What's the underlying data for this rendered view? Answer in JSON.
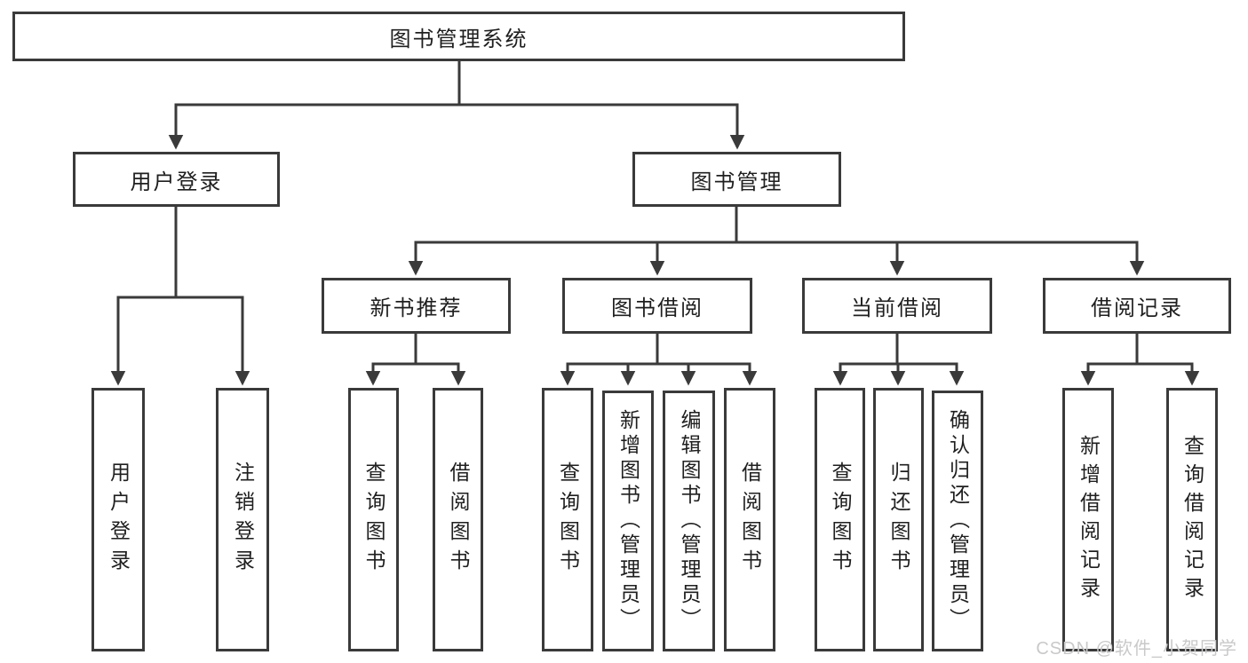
{
  "diagram": {
    "root": {
      "label": "图书管理系统"
    },
    "branches": [
      {
        "label": "用户登录",
        "children": [
          {
            "label": "用户登录"
          },
          {
            "label": "注销登录"
          }
        ]
      },
      {
        "label": "图书管理",
        "children": [
          {
            "label": "新书推荐",
            "children": [
              {
                "label": "查询图书"
              },
              {
                "label": "借阅图书"
              }
            ]
          },
          {
            "label": "图书借阅",
            "children": [
              {
                "label": "查询图书"
              },
              {
                "label": "新增图书（管理员）"
              },
              {
                "label": "编辑图书（管理员）"
              },
              {
                "label": "借阅图书"
              }
            ]
          },
          {
            "label": "当前借阅",
            "children": [
              {
                "label": "查询图书"
              },
              {
                "label": "归还图书"
              },
              {
                "label": "确认归还（管理员）"
              }
            ]
          },
          {
            "label": "借阅记录",
            "children": [
              {
                "label": "新增借阅记录"
              },
              {
                "label": "查询借阅记录"
              }
            ]
          }
        ]
      }
    ]
  },
  "watermark": {
    "text": "CSDN @软件_小贺同学"
  },
  "colors": {
    "line": "#3a3a3a",
    "box_border": "#3a3a3a",
    "box_fill": "#ffffff",
    "text": "#1f1f1f",
    "watermark": "#c9c9c9"
  }
}
